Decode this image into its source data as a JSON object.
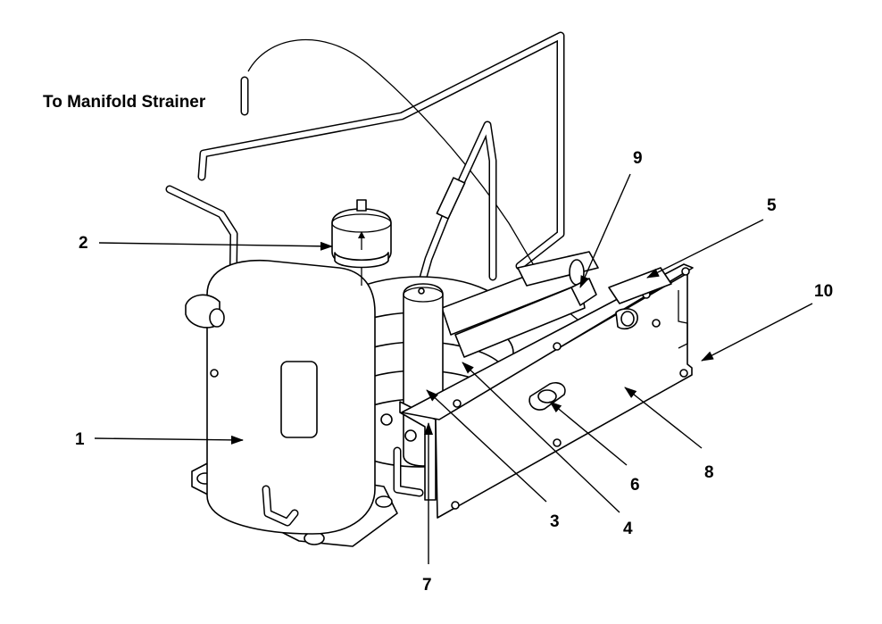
{
  "title": "To Manifold Strainer",
  "callouts": [
    "1",
    "2",
    "3",
    "4",
    "5",
    "6",
    "7",
    "8",
    "9",
    "10"
  ]
}
